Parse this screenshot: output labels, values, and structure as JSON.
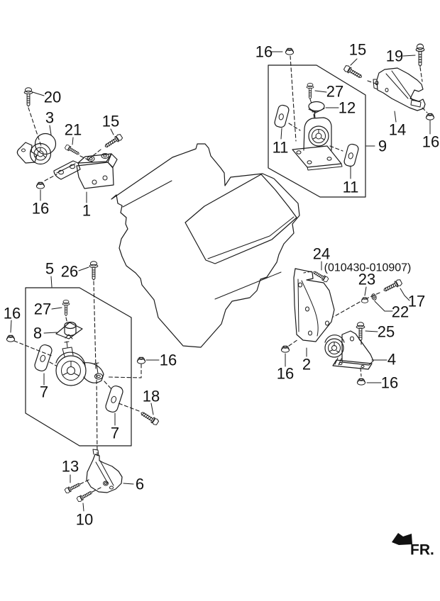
{
  "diagram": {
    "note": "(010430-010907)",
    "fr_label": "FR.",
    "line_color": "#1a1a1a",
    "background": "#ffffff"
  },
  "callouts": [
    {
      "label": "20"
    },
    {
      "label": "3"
    },
    {
      "label": "21"
    },
    {
      "label": "15"
    },
    {
      "label": "16"
    },
    {
      "label": "1"
    },
    {
      "label": "16"
    },
    {
      "label": "15"
    },
    {
      "label": "19"
    },
    {
      "label": "27"
    },
    {
      "label": "12"
    },
    {
      "label": "11"
    },
    {
      "label": "14"
    },
    {
      "label": "9"
    },
    {
      "label": "16"
    },
    {
      "label": "11"
    },
    {
      "label": "5"
    },
    {
      "label": "26"
    },
    {
      "label": "27"
    },
    {
      "label": "16"
    },
    {
      "label": "8"
    },
    {
      "label": "7"
    },
    {
      "label": "16"
    },
    {
      "label": "18"
    },
    {
      "label": "7"
    },
    {
      "label": "24"
    },
    {
      "label": "23"
    },
    {
      "label": "17"
    },
    {
      "label": "22"
    },
    {
      "label": "25"
    },
    {
      "label": "2"
    },
    {
      "label": "16"
    },
    {
      "label": "4"
    },
    {
      "label": "16"
    },
    {
      "label": "13"
    },
    {
      "label": "6"
    },
    {
      "label": "10"
    }
  ]
}
